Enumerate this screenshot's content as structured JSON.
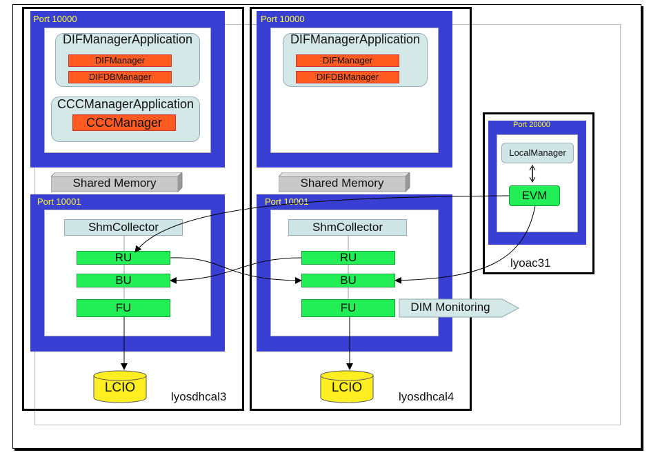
{
  "hosts": [
    {
      "label": "lyosdhcal3",
      "top_port": "Port 10000",
      "bottom_port": "Port 10001",
      "apps": [
        {
          "title": "DIFManagerApplication",
          "components": [
            "DIFManager",
            "DIFDBManager"
          ]
        },
        {
          "title": "CCCManagerApplication",
          "components": [
            "CCCManager"
          ]
        }
      ],
      "shared_memory": "Shared Memory",
      "collector": "ShmCollector",
      "ru": "RU",
      "bu": "BU",
      "fu": "FU",
      "storage": "LCIO"
    },
    {
      "label": "lyosdhcal4",
      "top_port": "Port 10000",
      "bottom_port": "Port 10001",
      "apps": [
        {
          "title": "DIFManagerApplication",
          "components": [
            "DIFManager",
            "DIFDBManager"
          ]
        }
      ],
      "shared_memory": "Shared Memory",
      "collector": "ShmCollector",
      "ru": "RU",
      "bu": "BU",
      "fu": "FU",
      "storage": "LCIO",
      "monitoring": "DIM Monitoring"
    }
  ],
  "evm_host": {
    "label": "lyoac31",
    "port": "Port 20000",
    "local_manager": "LocalManager",
    "evm": "EVM"
  },
  "colors": {
    "port_blue": "#3a3fd4",
    "component_orange": "#ff5a1f",
    "unit_green": "#22ee55",
    "app_bg": "#d4e8e8",
    "storage_yellow": "#ffee22"
  }
}
